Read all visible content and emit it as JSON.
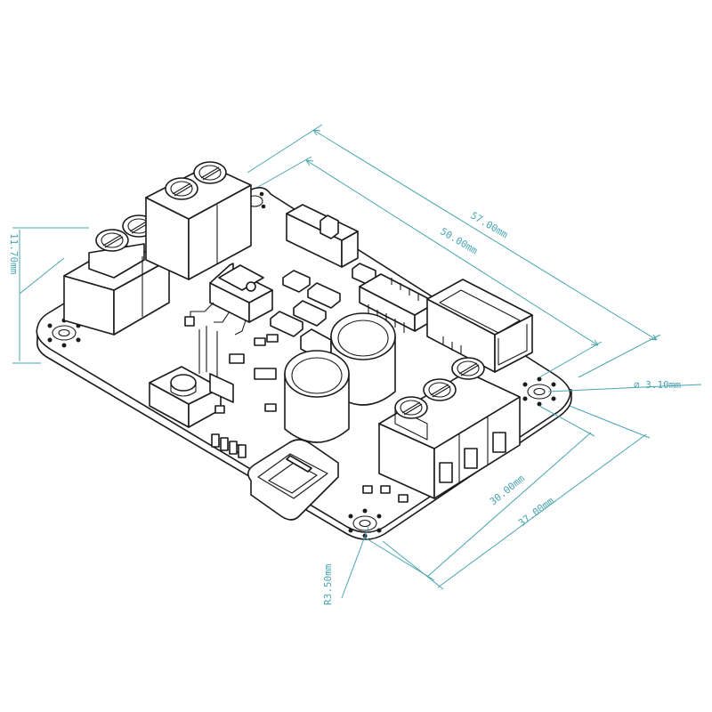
{
  "dimensions": {
    "overall_length": "57.00mm",
    "hole_pitch_length": "50.00mm",
    "hole_pitch_width": "30.00mm",
    "overall_width": "37.00mm",
    "component_height": "11.70mm",
    "hole_diameter": "∅ 3.10mm",
    "corner_radius": "R3.50mm"
  },
  "colors": {
    "dimension": "#4aa5b0",
    "ink": "#1a1a1a"
  }
}
